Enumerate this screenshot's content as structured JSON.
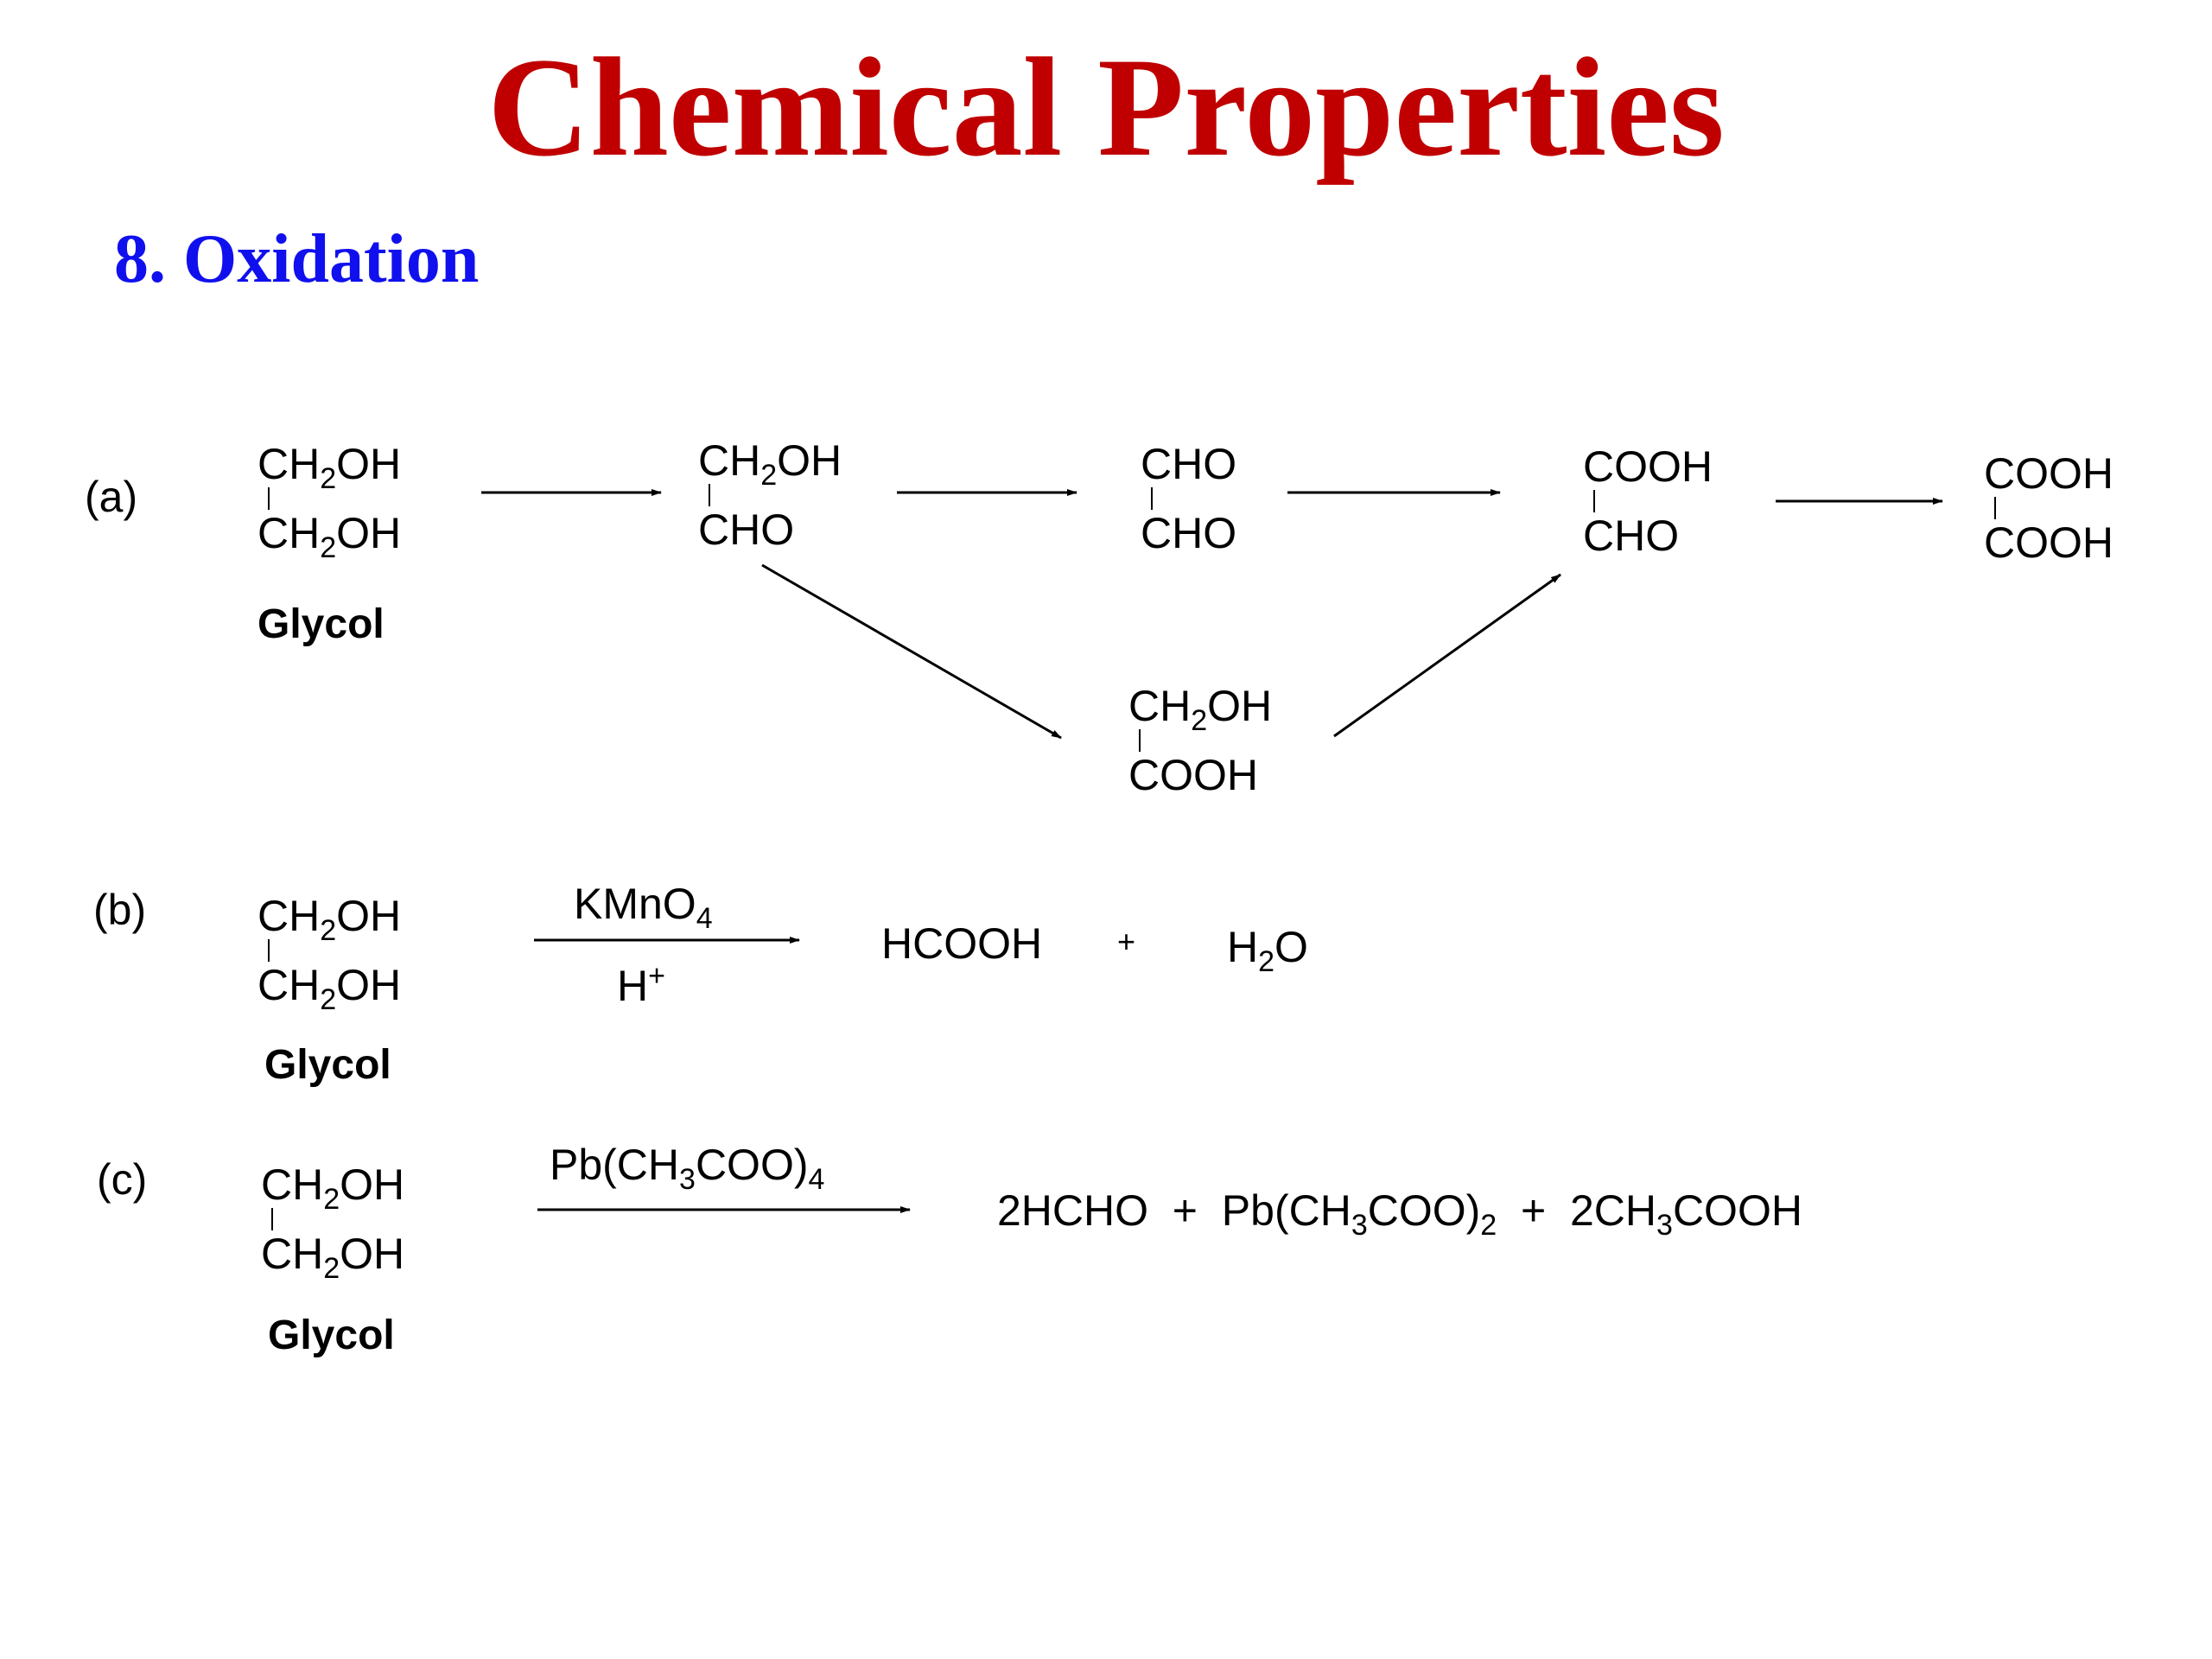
{
  "slide": {
    "title": "Chemical Properties",
    "subtitle": "8. Oxidation",
    "colors": {
      "title": "#c00000",
      "subtitle": "#1010ee",
      "text": "#000000"
    }
  },
  "reaction_a": {
    "label": "(a)",
    "reactant": {
      "top": "CH2OH",
      "bottom": "CH2OH",
      "name": "Glycol"
    },
    "intermediate_1": {
      "top": "CH2OH",
      "bottom": "CHO"
    },
    "intermediate_2": {
      "top": "CHO",
      "bottom": "CHO"
    },
    "intermediate_3": {
      "top": "COOH",
      "bottom": "CHO"
    },
    "product": {
      "top": "COOH",
      "bottom": "COOH"
    },
    "branch": {
      "top": "CH2OH",
      "bottom": "COOH"
    }
  },
  "reaction_b": {
    "label": "(b)",
    "reactant": {
      "top": "CH2OH",
      "bottom": "CH2OH",
      "name": "Glycol"
    },
    "reagent_above": "KMnO4",
    "reagent_below": "H+",
    "product_1": "HCOOH",
    "plus": "+",
    "product_2": "H2O"
  },
  "reaction_c": {
    "label": "(c)",
    "reactant": {
      "top": "CH2OH",
      "bottom": "CH2OH",
      "name": "Glycol"
    },
    "reagent_above": "Pb(CH3COO)4",
    "products": "2HCHO  +  Pb(CH3COO)2  +  2CH3COOH"
  }
}
